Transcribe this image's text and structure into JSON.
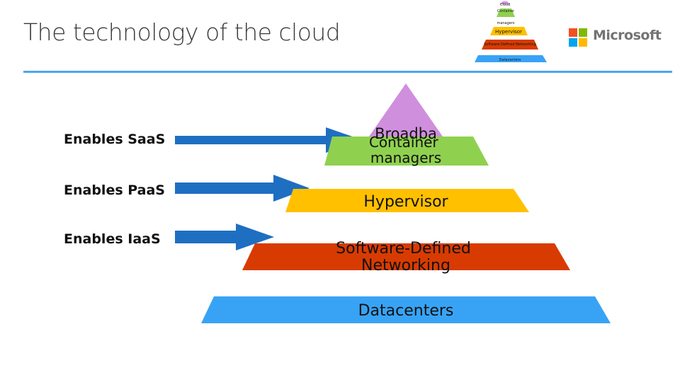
{
  "slide": {
    "title": "The technology of the cloud",
    "brand": "Microsoft"
  },
  "enables": [
    {
      "label": "Enables SaaS"
    },
    {
      "label": "Enables PaaS"
    },
    {
      "label": "Enables IaaS"
    }
  ],
  "pyramid": {
    "layers": [
      {
        "label": "Broadba",
        "color": "#cf8fdd"
      },
      {
        "label": "Container managers",
        "color": "#8fd14f"
      },
      {
        "label": "Hypervisor",
        "color": "#ffc000"
      },
      {
        "label": "Software-Defined Networking",
        "color": "#d83b01"
      },
      {
        "label": "Datacenters",
        "color": "#38a3f5"
      }
    ]
  },
  "thumbnail": {
    "labels": [
      "Cloud",
      "Container",
      "managers",
      "Hypervisor",
      "Software-Defined Networking",
      "Datacenters"
    ]
  },
  "colors": {
    "arrow": "#1e6fc2",
    "rule": "#4ea6ea",
    "logo": [
      "#f25022",
      "#7fba00",
      "#00a4ef",
      "#ffb900"
    ]
  }
}
